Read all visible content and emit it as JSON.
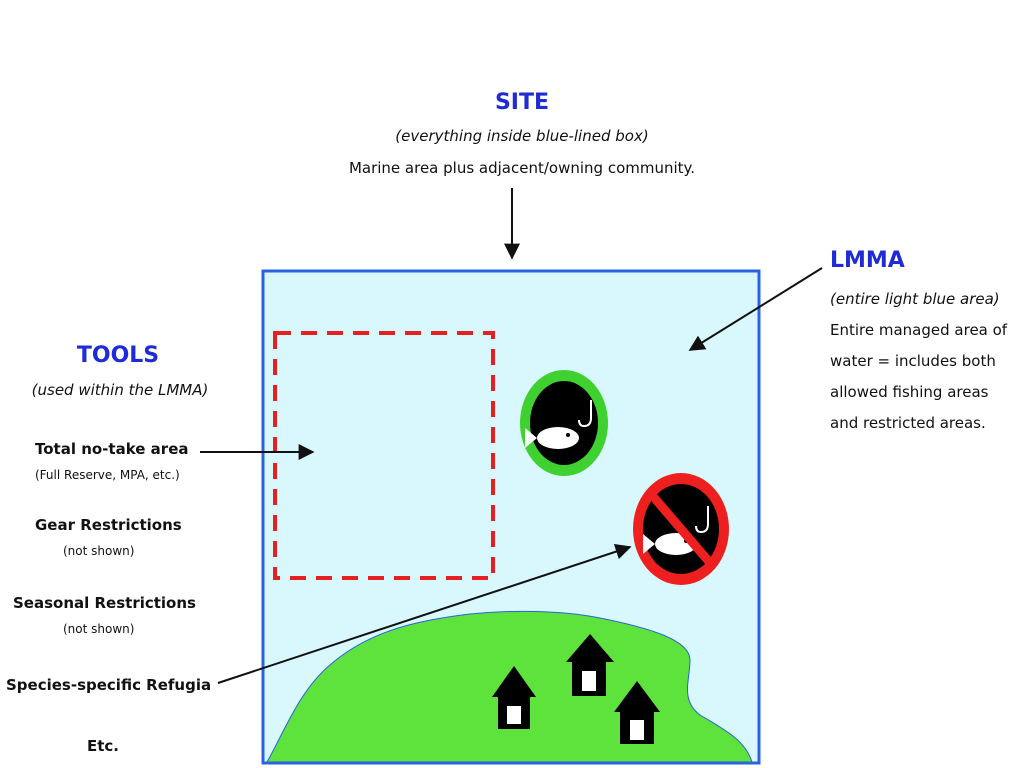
{
  "site": {
    "title": "SITE",
    "subtitle": "(everything inside blue-lined box)",
    "description": "Marine area plus adjacent/owning community."
  },
  "lmma": {
    "title": "LMMA",
    "subtitle": "(entire light blue area)",
    "description_lines": [
      "Entire managed area of",
      "water = includes both",
      "allowed fishing areas",
      "and restricted areas."
    ]
  },
  "tools": {
    "title": "TOOLS",
    "subtitle": "(used within the LMMA)",
    "items": [
      {
        "label": "Total no-take area",
        "note": "(Full Reserve, MPA, etc.)"
      },
      {
        "label": "Gear Restrictions",
        "note": "(not shown)"
      },
      {
        "label": "Seasonal Restrictions",
        "note": "(not shown)"
      },
      {
        "label": "Species-specific Refugia",
        "note": ""
      },
      {
        "label": "Etc.",
        "note": ""
      }
    ]
  },
  "icons": {
    "allowed_fishing": "fish-hook-allowed-icon",
    "no_fishing": "fish-hook-prohibited-icon",
    "house": "house-icon"
  },
  "colors": {
    "heading_blue": "#1e2bd6",
    "lmma_water": "#d9f8fd",
    "site_border": "#2b62e0",
    "no_take_border": "#e62020",
    "land": "#5ee33d",
    "allowed_ring": "#3fd12f",
    "prohibited_ring": "#ee1f1f"
  }
}
